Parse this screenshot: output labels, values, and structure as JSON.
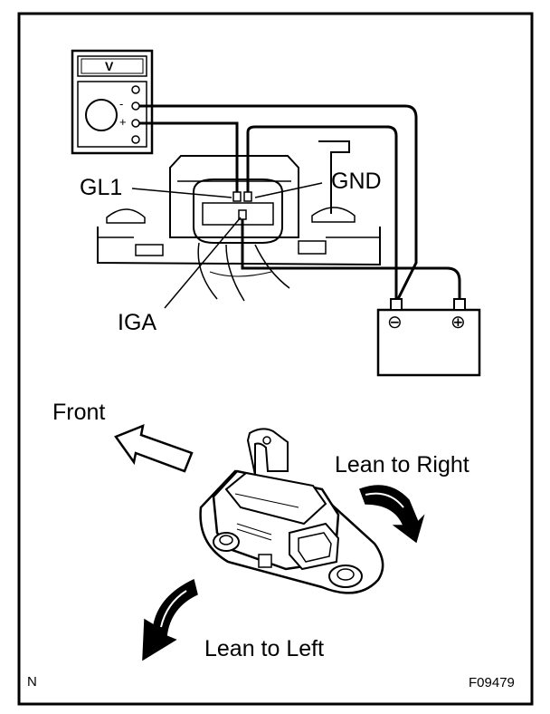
{
  "meter": {
    "display": "V",
    "minus": "-",
    "plus": "+"
  },
  "labels": {
    "gl1": "GL1",
    "gnd": "GND",
    "iga": "IGA",
    "front": "Front",
    "lean_right": "Lean to Right",
    "lean_left": "Lean to Left",
    "corner_left": "N",
    "figure_code": "F09479"
  },
  "battery": {
    "neg": "⊖",
    "pos": "⊕"
  }
}
